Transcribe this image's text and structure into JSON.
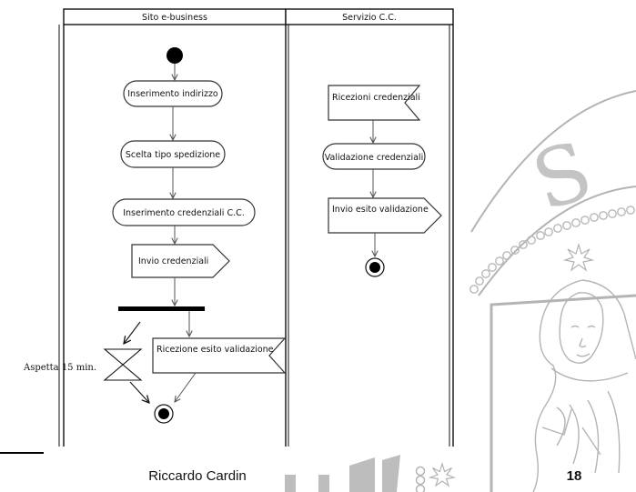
{
  "swimlanes": [
    {
      "title": "Sito e-business"
    },
    {
      "title": "Servizio C.C."
    }
  ],
  "nodes": {
    "inserimento_indirizzo": "Inserimento indirizzo",
    "scelta_tipo_spedizione": "Scelta tipo spedizione",
    "inserimento_credenziali": "Inserimento credenziali C.C.",
    "invio_credenziali": "Invio credenziali",
    "ricezione_esito": "Ricezione esito validazione",
    "ricezioni_credenziali": "Ricezioni credenziali",
    "validazione_credenziali": "Validazione credenziali",
    "invio_esito": "Invio esito validazione"
  },
  "annotation": "Aspetta 15 min.",
  "footer": {
    "author": "Riccardo Cardin",
    "page_number": "18"
  },
  "watermark": {
    "letters": "S"
  }
}
